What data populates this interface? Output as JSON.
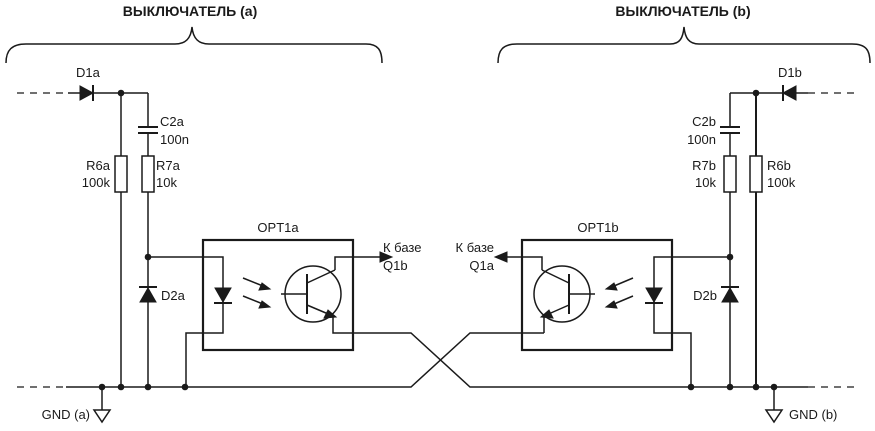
{
  "diagram": {
    "type": "circuit-schematic",
    "colors": {
      "line": "#1a1a1a",
      "background": "#ffffff"
    },
    "sections": {
      "left": {
        "title": "ВЫКЛЮЧАТЕЛЬ (a)"
      },
      "right": {
        "title": "ВЫКЛЮЧАТЕЛЬ (b)"
      }
    },
    "components": {
      "d1a": {
        "ref": "D1a"
      },
      "c2a": {
        "ref": "C2a",
        "value": "100n"
      },
      "r6a": {
        "ref": "R6a",
        "value": "100k"
      },
      "r7a": {
        "ref": "R7a",
        "value": "10k"
      },
      "d2a": {
        "ref": "D2a"
      },
      "opt1a": {
        "ref": "OPT1a",
        "output_label_1": "К базе",
        "output_label_2": "Q1b"
      },
      "d1b": {
        "ref": "D1b"
      },
      "c2b": {
        "ref": "C2b",
        "value": "100n"
      },
      "r6b": {
        "ref": "R6b",
        "value": "100k"
      },
      "r7b": {
        "ref": "R7b",
        "value": "10k"
      },
      "d2b": {
        "ref": "D2b"
      },
      "opt1b": {
        "ref": "OPT1b",
        "output_label_1": "К базе",
        "output_label_2": "Q1a"
      }
    },
    "grounds": {
      "left": "GND (a)",
      "right": "GND (b)"
    }
  }
}
